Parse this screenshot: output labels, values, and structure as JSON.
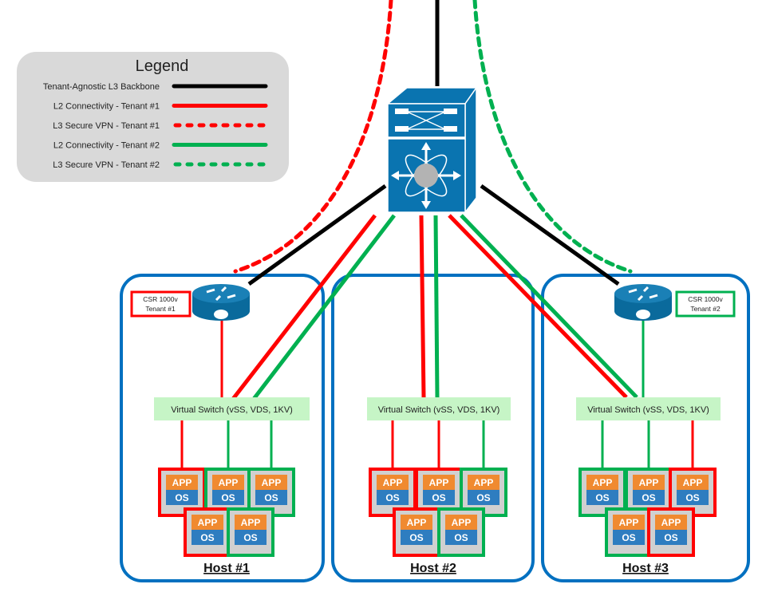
{
  "legend": {
    "title": "Legend",
    "items": [
      {
        "label": "Tenant-Agnostic L3 Backbone",
        "color": "#000000",
        "style": "solid"
      },
      {
        "label": "L2 Connectivity - Tenant #1",
        "color": "#ff0000",
        "style": "solid"
      },
      {
        "label": "L3 Secure VPN - Tenant #1",
        "color": "#ff0000",
        "style": "dashed"
      },
      {
        "label": "L2 Connectivity - Tenant #2",
        "color": "#00b050",
        "style": "solid"
      },
      {
        "label": "L3 Secure VPN - Tenant #2",
        "color": "#00b050",
        "style": "dashed"
      }
    ]
  },
  "colors": {
    "tenant1": "#ff0000",
    "tenant2": "#00b050",
    "backbone": "#000000",
    "host_border": "#0070c0",
    "cisco_blue": "#0a74b0",
    "vswitch_bg": "#c6f5c6"
  },
  "csr": [
    {
      "line1": "CSR 1000v",
      "line2": "Tenant #1",
      "tenant": 1
    },
    {
      "line1": "CSR 1000v",
      "line2": "Tenant #2",
      "tenant": 2
    }
  ],
  "hosts": [
    {
      "label": "Host #1",
      "vswitch": "Virtual Switch (vSS, VDS, 1KV)",
      "vm_top": [
        1,
        2,
        2
      ],
      "vm_bottom": [
        1,
        2
      ]
    },
    {
      "label": "Host #2",
      "vswitch": "Virtual Switch (vSS, VDS, 1KV)",
      "vm_top": [
        1,
        1,
        2
      ],
      "vm_bottom": [
        1,
        2
      ]
    },
    {
      "label": "Host #3",
      "vswitch": "Virtual Switch (vSS, VDS, 1KV)",
      "vm_top": [
        2,
        2,
        1
      ],
      "vm_bottom": [
        2,
        1
      ]
    }
  ],
  "vm": {
    "app": "APP",
    "os": "OS"
  }
}
